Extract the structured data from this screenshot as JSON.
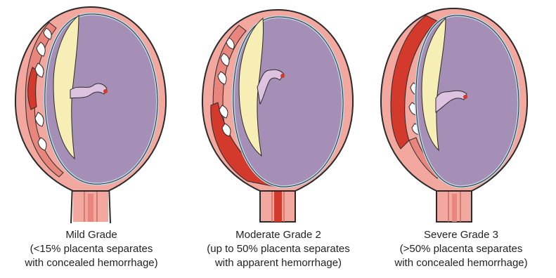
{
  "colors": {
    "uterus_wall": "#f2a79f",
    "uterus_outline": "#2a2a2a",
    "amniotic_sac": "#a58fb6",
    "membrane": "#bcd6e6",
    "placenta": "#f6eeb4",
    "myometrium": "#e8857c",
    "blood": "#d43a2c",
    "cord": "#ddc3df"
  },
  "figures": [
    {
      "id": "mild",
      "caption": {
        "line1": "Mild Grade",
        "line2": "(<15% placenta separates",
        "line3": "with concealed hemorrhage)"
      }
    },
    {
      "id": "moderate",
      "caption": {
        "line1": "Moderate Grade 2",
        "line2": "(up to 50% placenta separates",
        "line3": "with apparent hemorrhage)"
      }
    },
    {
      "id": "severe",
      "caption": {
        "line1": "Severe Grade 3",
        "line2": "(>50% placenta separates",
        "line3": "with concealed hemorrhage)"
      }
    }
  ]
}
